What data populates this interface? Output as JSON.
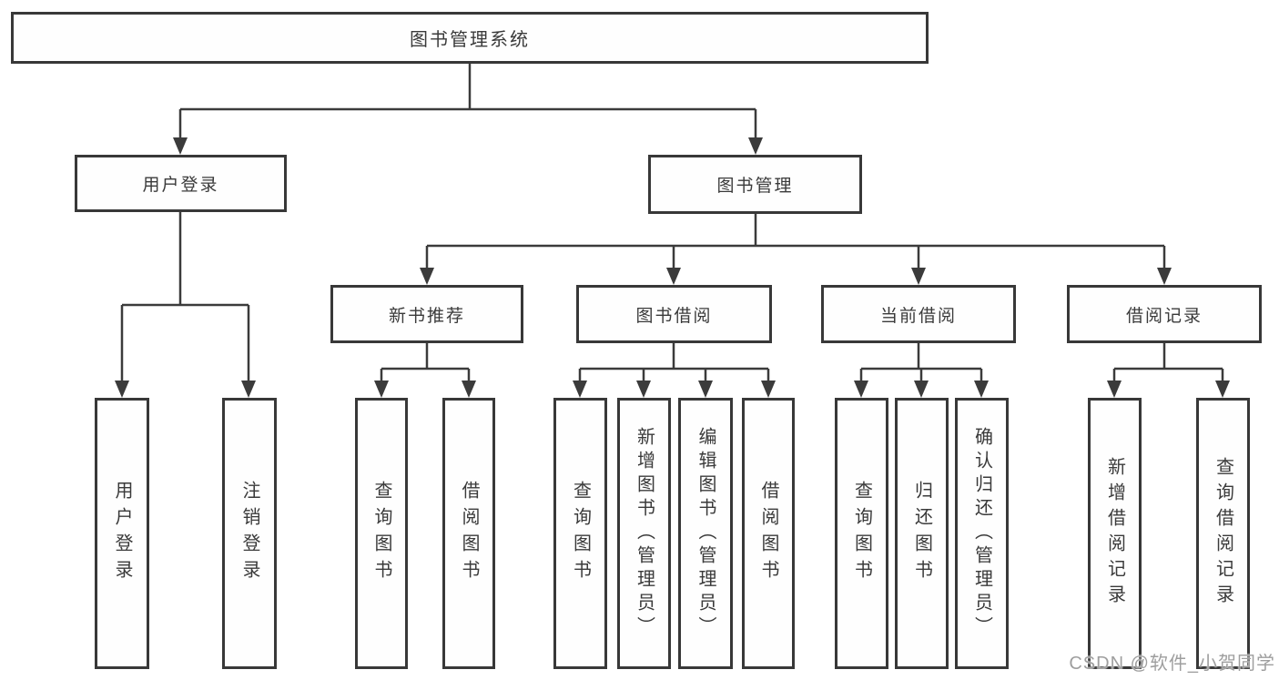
{
  "diagram_title": "图书管理系统",
  "nodes": {
    "root": "图书管理系统",
    "user_login": "用户登录",
    "book_mgmt": "图书管理",
    "new_book_rec": "新书推荐",
    "book_borrow": "图书借阅",
    "current_borrow": "当前借阅",
    "borrow_records": "借阅记录",
    "leaf_user_login": "用户登录",
    "leaf_logout": "注销登录",
    "leaf_query_books_rec": "查询图书",
    "leaf_borrow_books_rec": "借阅图书",
    "leaf_query_books_borrow": "查询图书",
    "leaf_add_books": "新增图书（管理员）",
    "leaf_edit_books": "编辑图书（管理员）",
    "leaf_borrow_books": "借阅图书",
    "leaf_query_books_current": "查询图书",
    "leaf_return_books": "归还图书",
    "leaf_confirm_return": "确认归还（管理员）",
    "leaf_add_borrow_record": "新增借阅记录",
    "leaf_query_borrow_record": "查询借阅记录"
  },
  "hierarchy": {
    "图书管理系统": {
      "用户登录": [
        "用户登录",
        "注销登录"
      ],
      "图书管理": {
        "新书推荐": [
          "查询图书",
          "借阅图书"
        ],
        "图书借阅": [
          "查询图书",
          "新增图书（管理员）",
          "编辑图书（管理员）",
          "借阅图书"
        ],
        "当前借阅": [
          "查询图书",
          "归还图书",
          "确认归还（管理员）"
        ],
        "借阅记录": [
          "新增借阅记录",
          "查询借阅记录"
        ]
      }
    }
  },
  "watermark": "CSDN @软件_小贺同学",
  "colors": {
    "line": "#3b3b3b",
    "box_border": "#383838",
    "box_background": "#fefefe",
    "text": "#3a3a3a",
    "watermark": "#9e9e9e",
    "background": "#ffffff"
  }
}
